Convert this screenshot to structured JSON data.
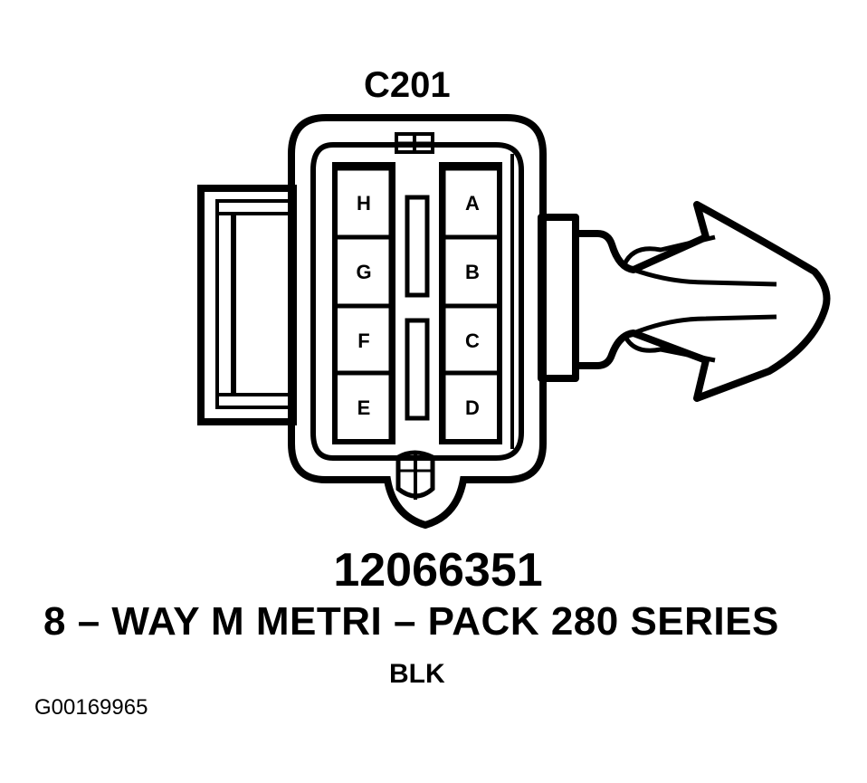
{
  "connector": {
    "label": "C201",
    "part_number": "12066351",
    "description": "8 – WAY M METRI – PACK 280 SERIES",
    "color": "BLK",
    "figure_id": "G00169965"
  },
  "cavities": {
    "left_column": [
      "H",
      "G",
      "F",
      "E"
    ],
    "right_column": [
      "A",
      "B",
      "C",
      "D"
    ]
  }
}
